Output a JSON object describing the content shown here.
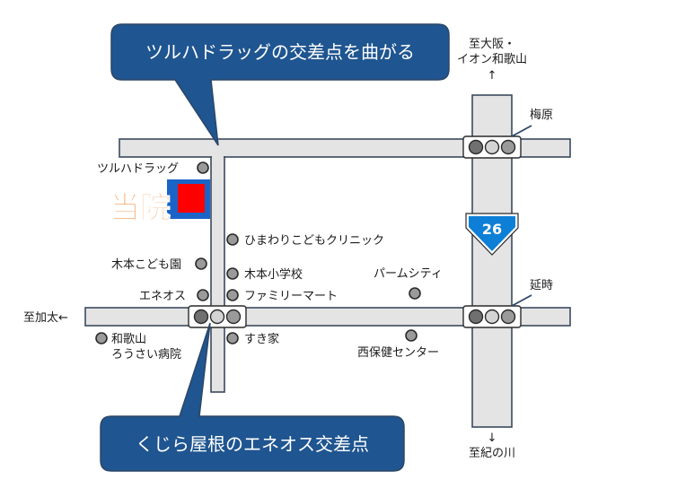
{
  "callouts": {
    "top": "ツルハドラッグの交差点を曲がる",
    "bottom": "くじら屋根のエネオス交差点"
  },
  "directions": {
    "north_line1": "至大阪・",
    "north_line2": "イオン和歌山",
    "north_arrow": "↑",
    "south_arrow": "↓",
    "south": "至紀の川",
    "west": "至加太←"
  },
  "route": {
    "number": "26"
  },
  "hospital": {
    "label": "当院",
    "marker_color": "#ff0000",
    "frame_color": "#1a64c8"
  },
  "intersections": {
    "umehara": "梅原",
    "nobutoki": "延時"
  },
  "landmarks": {
    "tsuruha": "ツルハドラッグ",
    "himawari": "ひまわりこどもクリニック",
    "kimoto_kodomoen": "木本こども園",
    "kimoto_school": "木本小学校",
    "palm_city": "パームシティ",
    "eneos": "エネオス",
    "familymart": "ファミリーマート",
    "wakayama_hospital_line1": "和歌山",
    "wakayama_hospital_line2": "ろうさい病院",
    "sukiya": "すき家",
    "nishiho_center": "西保健センター"
  },
  "colors": {
    "callout": "#1f5590",
    "road": "#e4e4e4",
    "route_shield": "#0d7fd6",
    "hospital_text": "#f07d1e"
  }
}
